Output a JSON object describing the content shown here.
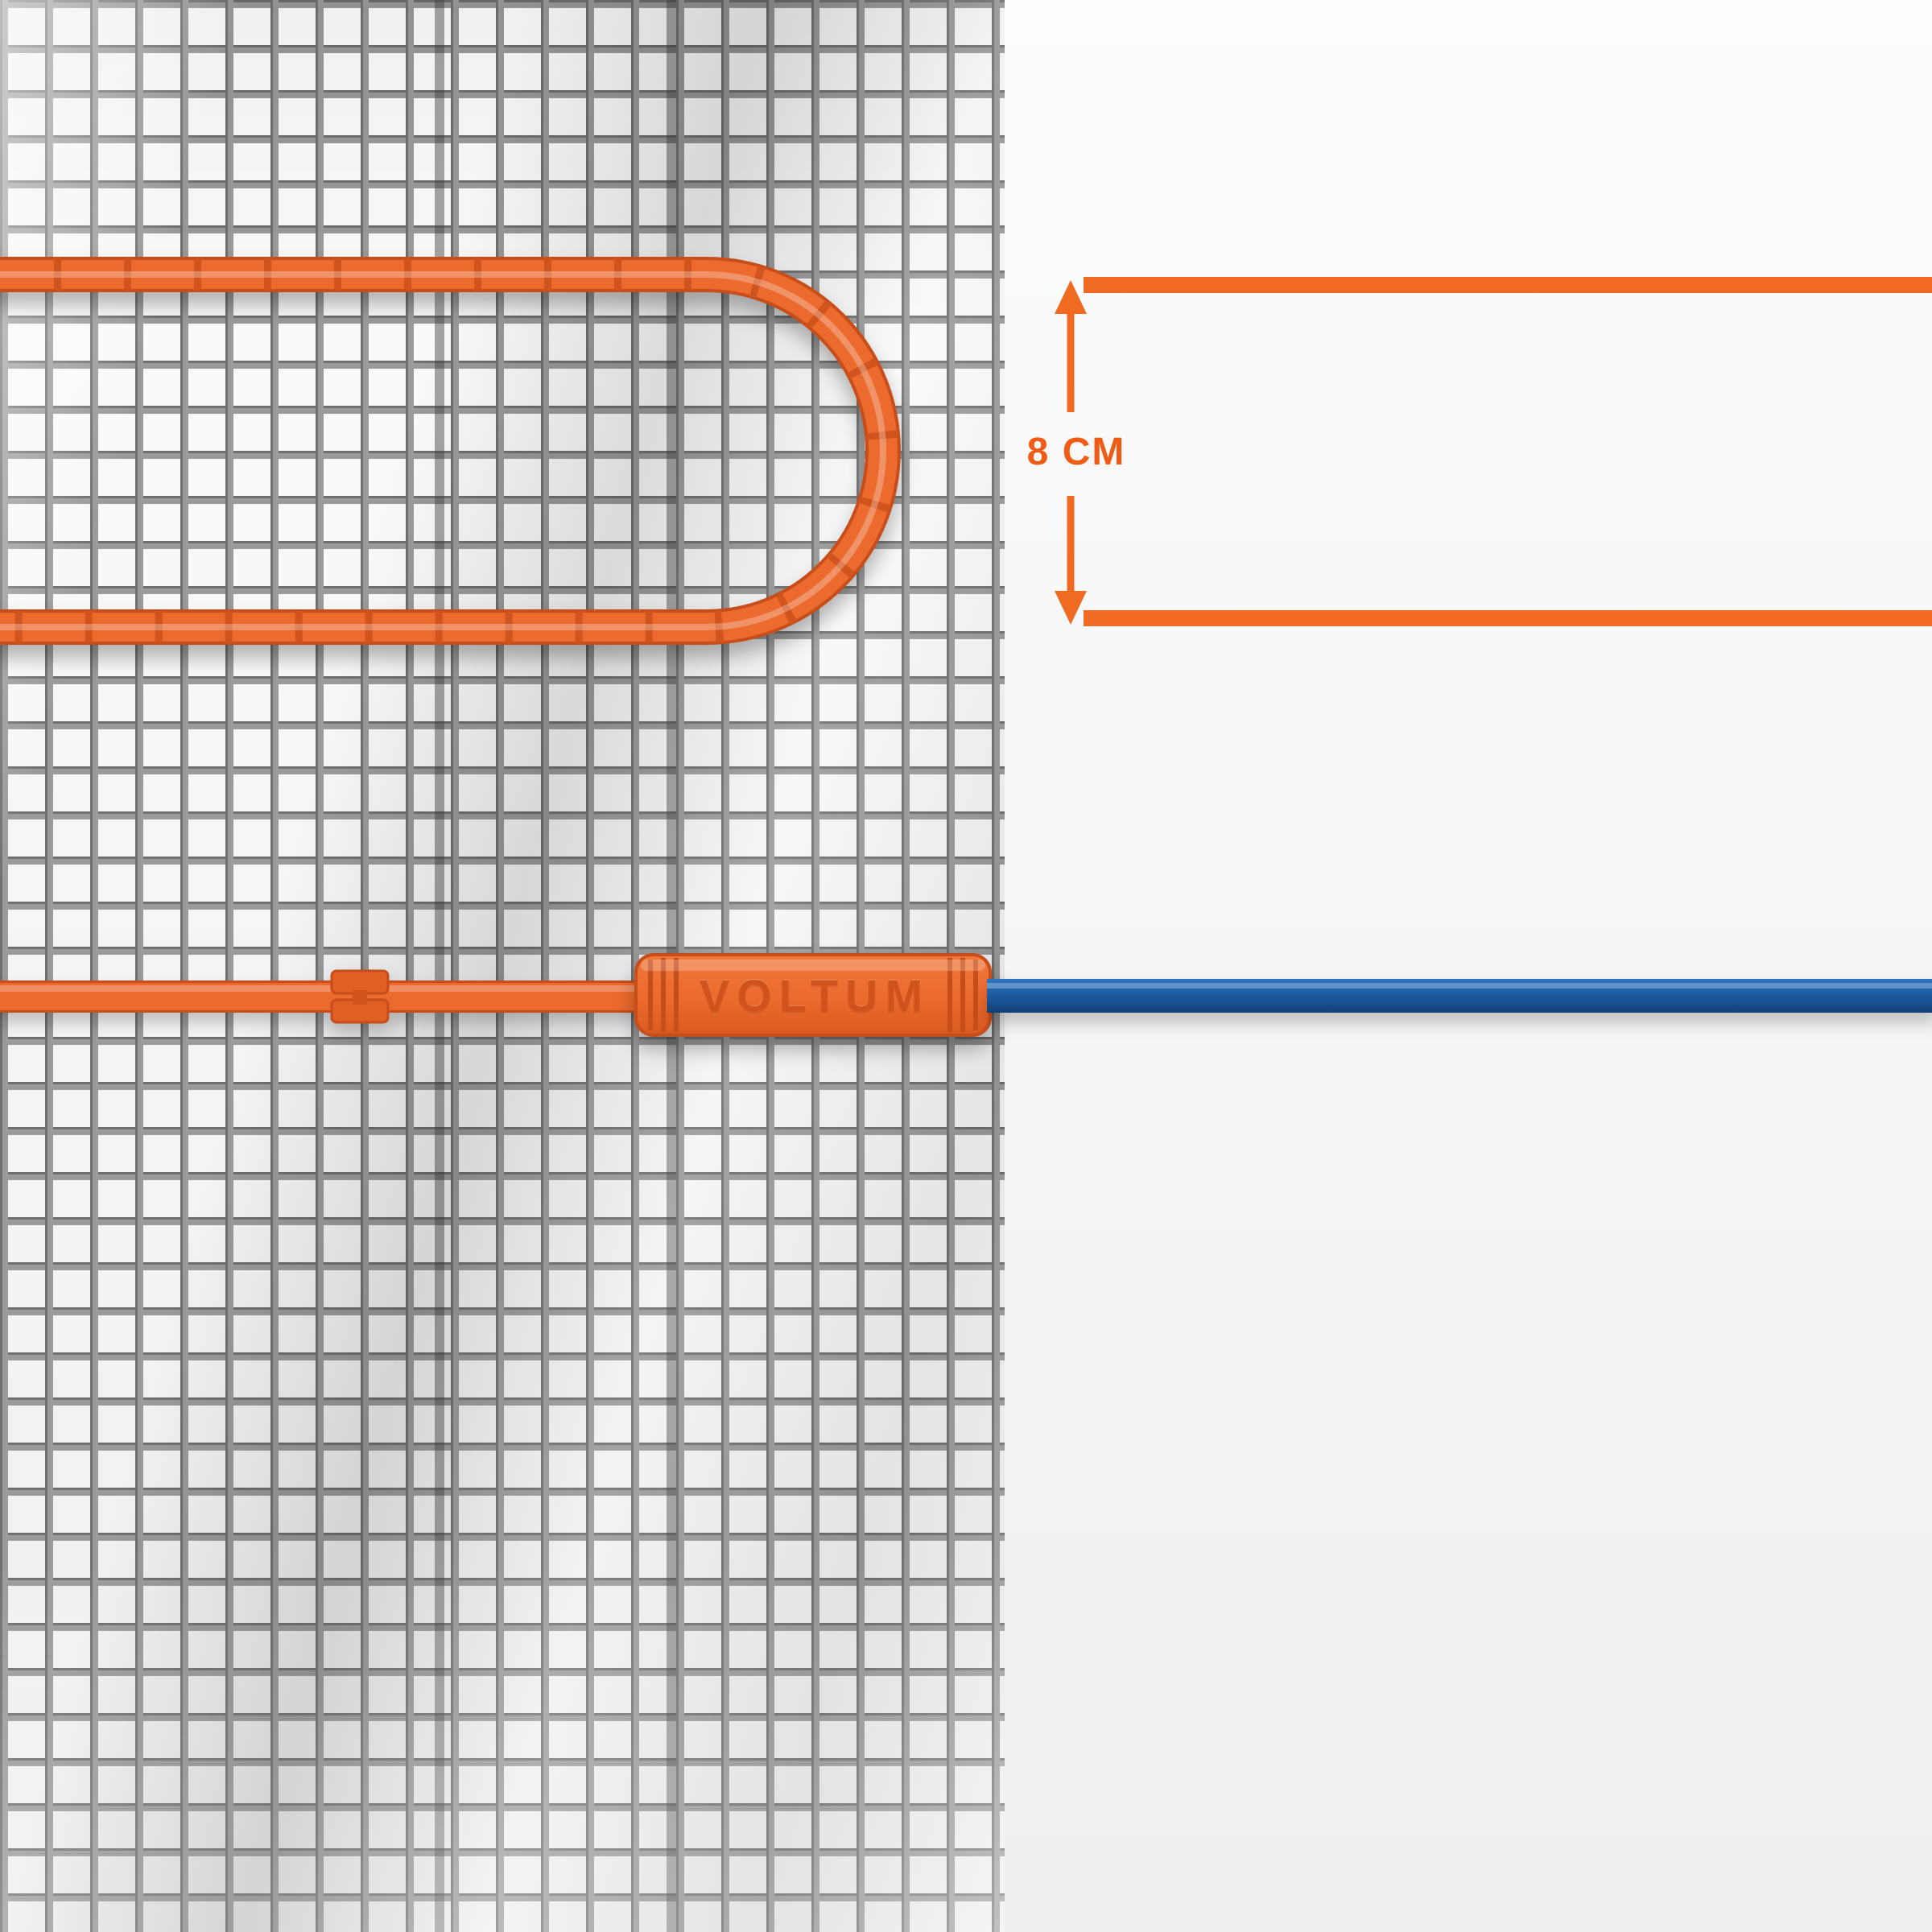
{
  "diagram": {
    "title": "heating-mat-cable-spacing-diagram",
    "dimension_label": "8 CM",
    "brand_label": "VOLTUM"
  },
  "colors": {
    "cable_orange": "#ec6a2e",
    "cable_orange_edge": "#c74e1a",
    "cable_orange_highlight": "#f79a63",
    "connector_orange": "#ed6c2f",
    "brand_text_orange": "#d2521c",
    "dimension_orange": "#f06a22",
    "cold_lead_blue": "#1b5aa0",
    "mesh_gray": "#8e8e8e",
    "background_light": "#f5f6f7"
  }
}
